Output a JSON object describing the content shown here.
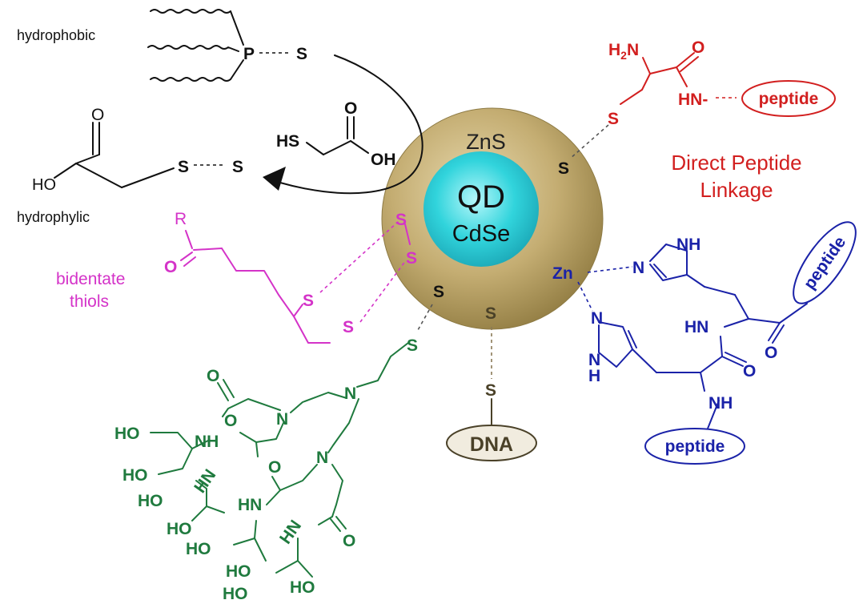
{
  "colors": {
    "black": "#111111",
    "red": "#d21f1f",
    "magenta": "#d433c8",
    "blue": "#1a22a8",
    "green": "#1f7a3e",
    "olive": "#4a4128",
    "shell": "#c4ad72",
    "core": "#31d4dc"
  },
  "nanoparticle": {
    "shell": "ZnS",
    "core_title": "QD",
    "core_subtitle": "CdSe"
  },
  "labels": {
    "hydrophobic": "hydrophobic",
    "hydrophylic": "hydrophylic",
    "bidentate_1": "bidentate",
    "bidentate_2": "thiols",
    "direct_1": "Direct Peptide",
    "direct_2": "Linkage"
  },
  "tags": {
    "peptide": "peptide",
    "dna": "DNA"
  },
  "atoms": {
    "p": "P",
    "s": "S",
    "zn": "Zn",
    "n": "N",
    "o": "O",
    "r": "R",
    "ho": "HO",
    "oh": "OH",
    "hs": "HS",
    "nh": "NH",
    "hn": "HN",
    "hn_dash": "HN-",
    "h": "H",
    "h2n_h": "H",
    "h2n_2": "2",
    "h2n_n": "N"
  }
}
